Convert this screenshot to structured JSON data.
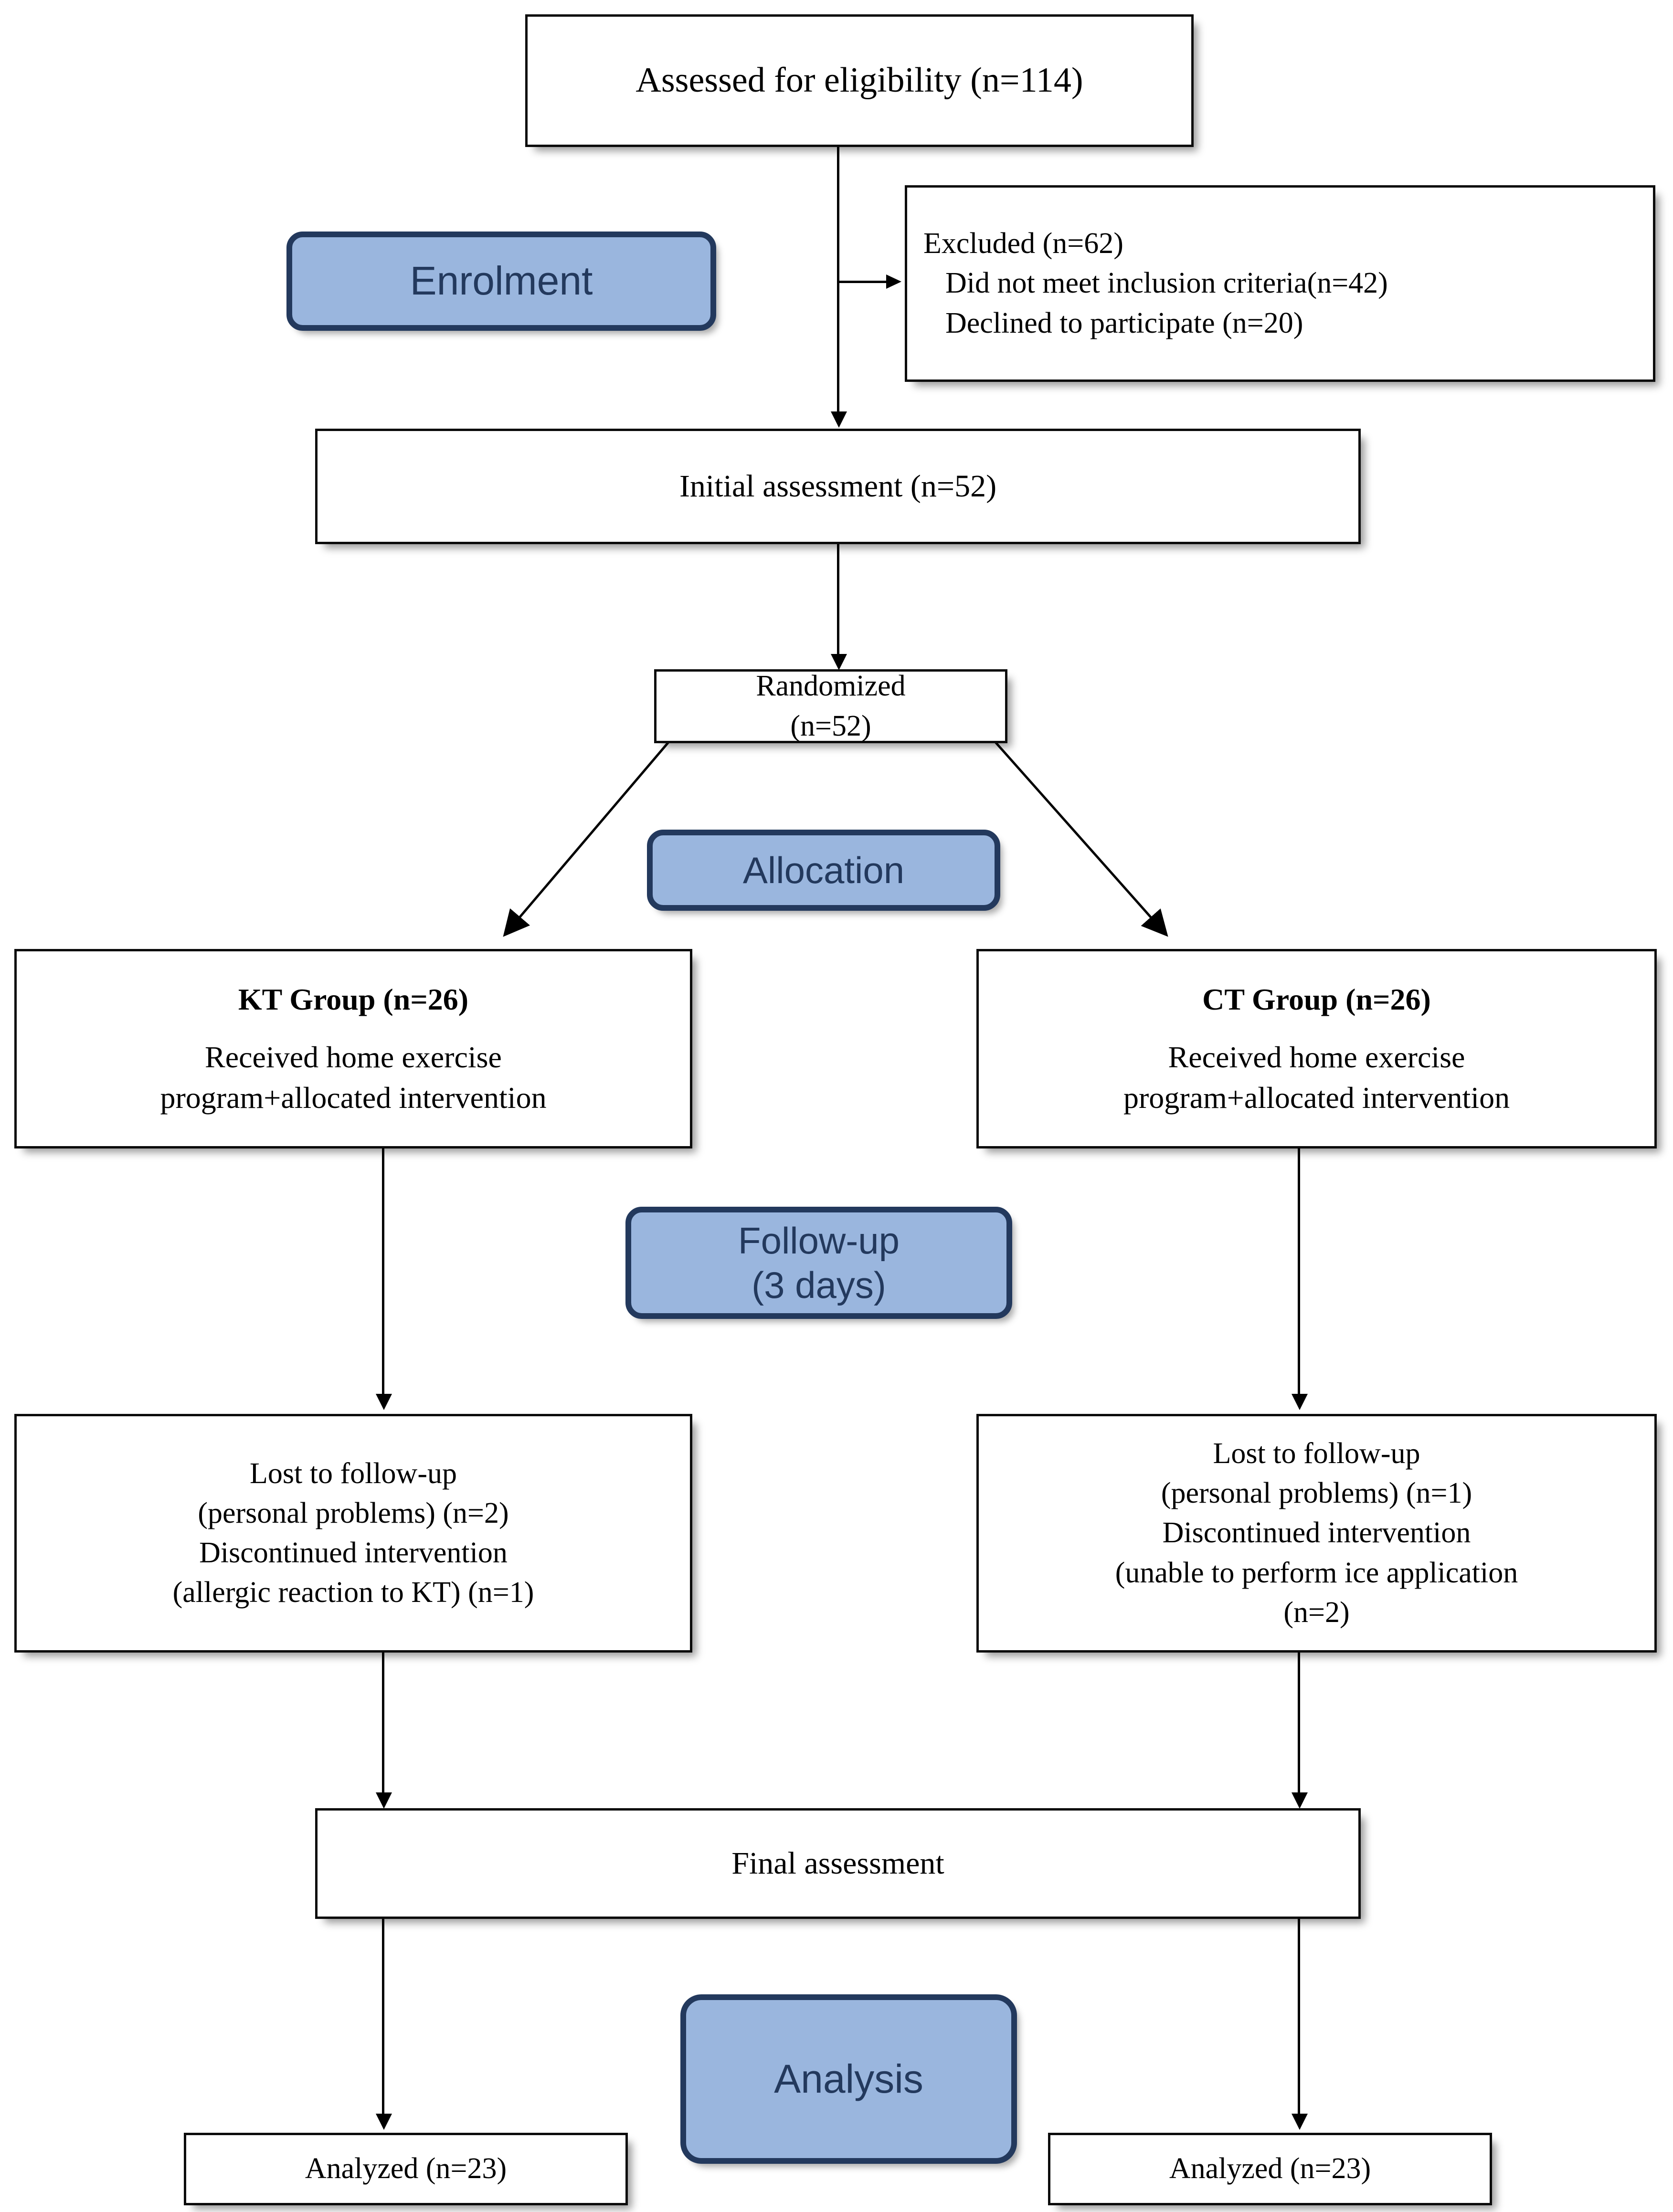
{
  "diagram": {
    "type": "CONSORT participant flow diagram",
    "colors": {
      "badge_fill": "#9ab6de",
      "badge_border": "#23395d",
      "box_border": "#0b0b0b",
      "background": "#ffffff"
    }
  },
  "stages": {
    "enrolment": "Enrolment",
    "allocation": "Allocation",
    "followup_line1": "Follow-up",
    "followup_line2": "(3 days)",
    "analysis": "Analysis"
  },
  "nodes": {
    "assessed": {
      "line1": "Assessed for eligibility (n=114)",
      "n": 114
    },
    "excluded": {
      "line1": "Excluded (n=62)",
      "line2": "Did not meet inclusion criteria(n=42)",
      "line3": "Declined to participate (n=20)",
      "total": 62,
      "not_meeting_criteria": 42,
      "declined": 20
    },
    "initial_assessment": {
      "line1": "Initial assessment (n=52)",
      "n": 52
    },
    "randomized": {
      "line1": "Randomized",
      "line2": "(n=52)",
      "n": 52
    },
    "kt_group": {
      "title": "KT Group (n=26)",
      "line1": "Received home exercise",
      "line2": "program+allocated intervention",
      "n": 26
    },
    "ct_group": {
      "title": "CT Group (n=26)",
      "line1": "Received home exercise",
      "line2": "program+allocated intervention",
      "n": 26
    },
    "kt_lost": {
      "line1": "Lost to follow-up",
      "line2": "(personal problems) (n=2)",
      "line3": "Discontinued intervention",
      "line4": "(allergic reaction to KT) (n=1)",
      "lost_n": 2,
      "discontinued_n": 1
    },
    "ct_lost": {
      "line1": "Lost to follow-up",
      "line2": "(personal problems) (n=1)",
      "line3": "Discontinued intervention",
      "line4": "(unable to perform ice application",
      "line5": "(n=2)",
      "lost_n": 1,
      "discontinued_n": 2
    },
    "final_assessment": {
      "line1": "Final assessment"
    },
    "kt_analyzed": {
      "line1": "Analyzed (n=23)",
      "n": 23
    },
    "ct_analyzed": {
      "line1": "Analyzed (n=23)",
      "n": 23
    }
  }
}
